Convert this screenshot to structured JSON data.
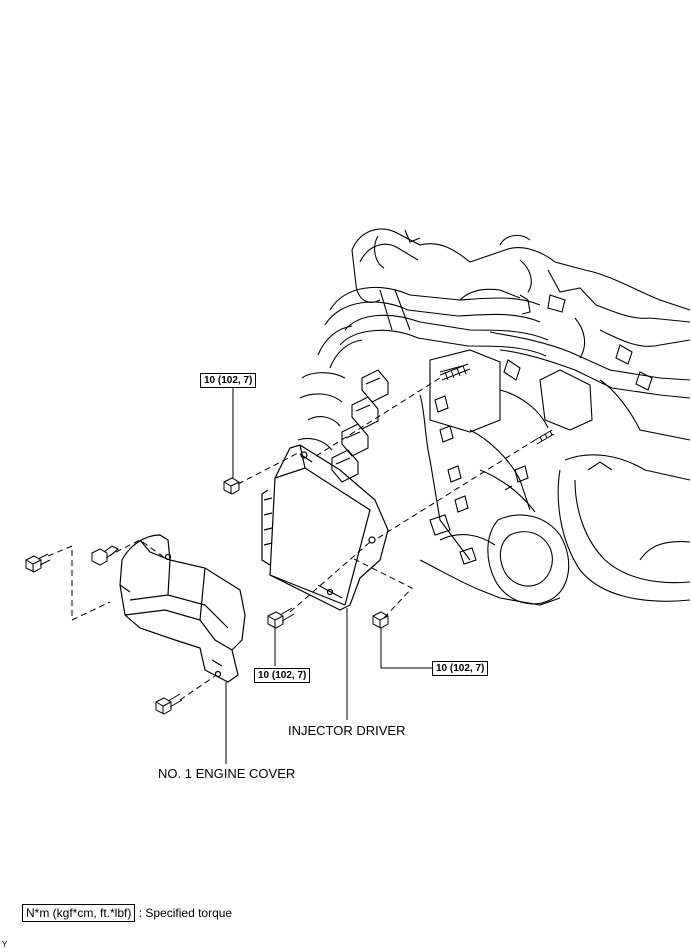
{
  "torque_specs": {
    "upper_left": "10 (102, 7)",
    "lower_left": "10 (102, 7)",
    "lower_right": "10 (102, 7)"
  },
  "labels": {
    "injector_driver": "INJECTOR DRIVER",
    "engine_cover": "NO. 1 ENGINE COVER"
  },
  "legend": {
    "unit": "N*m (kgf*cm, ft.*lbf)",
    "description": ": Specified torque"
  },
  "figure_id": "Y"
}
